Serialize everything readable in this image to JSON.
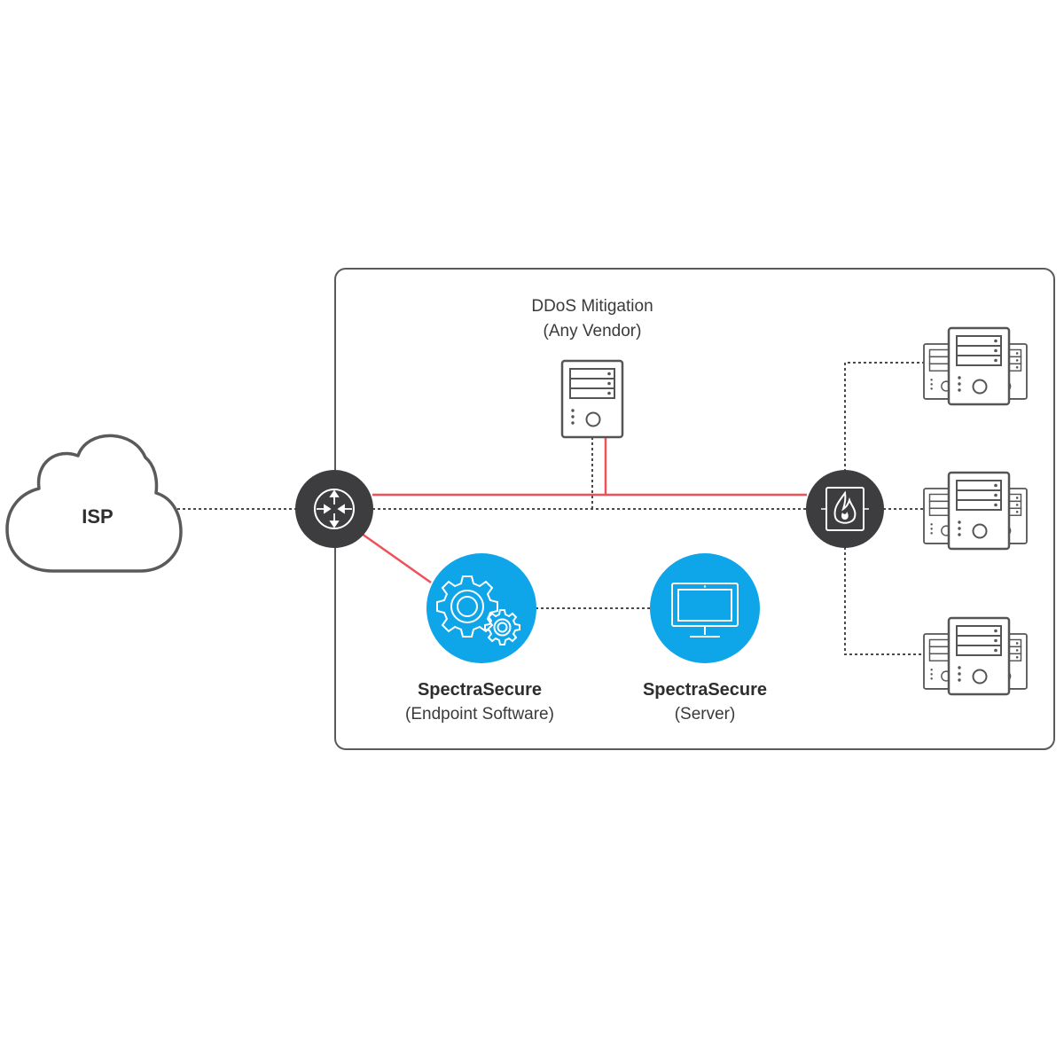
{
  "isp": {
    "label": "ISP"
  },
  "ddos": {
    "title": "DDoS Mitigation",
    "subtitle": "(Any Vendor)"
  },
  "endpoint": {
    "title": "SpectraSecure",
    "subtitle": "(Endpoint Software)"
  },
  "server": {
    "title": "SpectraSecure",
    "subtitle": "(Server)"
  },
  "icons": {
    "cloud": "cloud-icon",
    "router": "router-icon",
    "firewall": "firewall-icon",
    "gears": "gears-icon",
    "monitor": "monitor-icon",
    "server": "server-icon"
  },
  "colors": {
    "outline": "#5a5a5a",
    "node_dark": "#3d3d3f",
    "accent_blue": "#0ea5e9",
    "link_red": "#f0505a",
    "dotted": "#4a4a4a"
  }
}
